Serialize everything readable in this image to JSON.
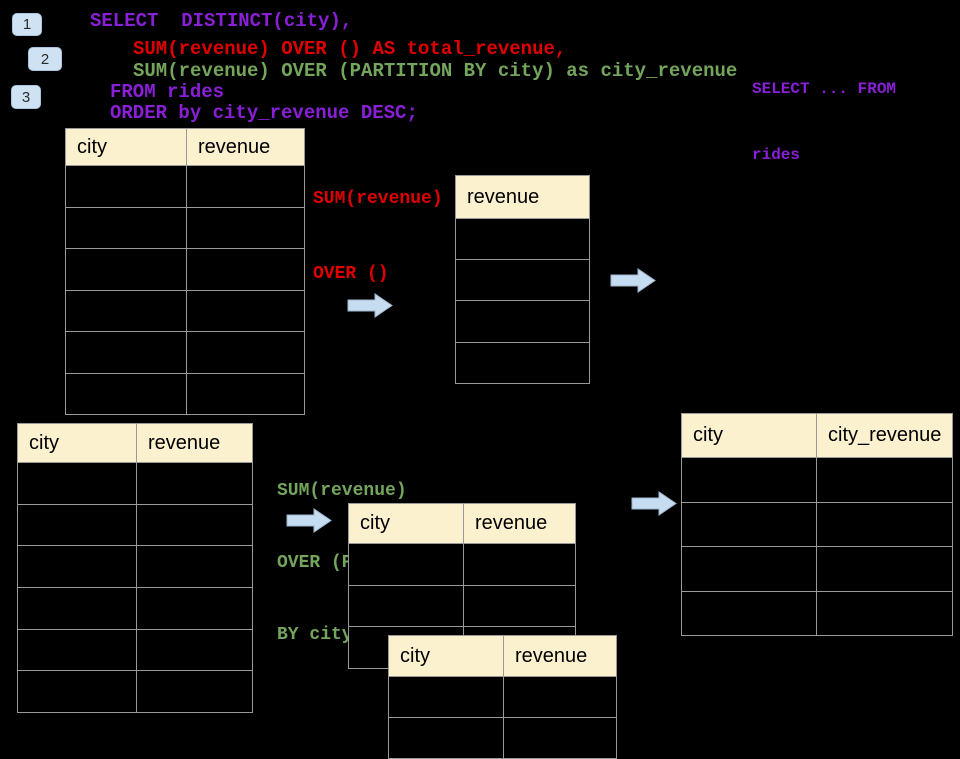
{
  "colors": {
    "background": "#000000",
    "purple": "#8a1fd8",
    "red": "#e00000",
    "green": "#74a55c",
    "header-bg": "#fcf1cf",
    "header-text": "#000000",
    "table-border": "#999999",
    "arrow-fill": "#c6dcf1",
    "arrow-stroke": "#9fb6cf",
    "badge-bg": "#cfe2f3",
    "badge-border": "#aac6de",
    "badge-text": "#2b2b2b"
  },
  "badges": [
    "1",
    "2",
    "3"
  ],
  "sql": {
    "lines": [
      {
        "text": "SELECT  DISTINCT(city),",
        "color": "purple"
      },
      {
        "text": "SUM(revenue) OVER () AS total_revenue,",
        "color": "red"
      },
      {
        "text": "SUM(revenue) OVER (PARTITION BY city) as city_revenue",
        "color": "green"
      },
      {
        "text": "FROM rides",
        "color": "purple"
      },
      {
        "text": "ORDER by city_revenue DESC;",
        "color": "purple"
      }
    ]
  },
  "side_note": {
    "lines": [
      "SELECT ... FROM",
      "rides"
    ]
  },
  "labels": {
    "total_revenue": {
      "lines": [
        "SUM(revenue)",
        "OVER ()"
      ],
      "color": "red"
    },
    "partition": {
      "lines": [
        "SUM(revenue)",
        "OVER (PARTITION",
        "BY city)"
      ],
      "color": "green"
    }
  },
  "tables": [
    {
      "name": "source-top",
      "headers": [
        "city",
        "revenue"
      ],
      "empty_rows": 6
    },
    {
      "name": "total-revenue-result",
      "headers": [
        "revenue"
      ],
      "empty_rows": 4
    },
    {
      "name": "source-bottom",
      "headers": [
        "city",
        "revenue"
      ],
      "empty_rows": 6
    },
    {
      "name": "partition-step",
      "headers": [
        "city",
        "revenue"
      ],
      "empty_rows": 3
    },
    {
      "name": "partition-step-2",
      "headers": [
        "city",
        "revenue"
      ],
      "empty_rows": 2
    },
    {
      "name": "city-revenue-result",
      "headers": [
        "city",
        "city_revenue"
      ],
      "empty_rows": 4
    }
  ],
  "icons": {
    "arrow": "arrow-right"
  }
}
